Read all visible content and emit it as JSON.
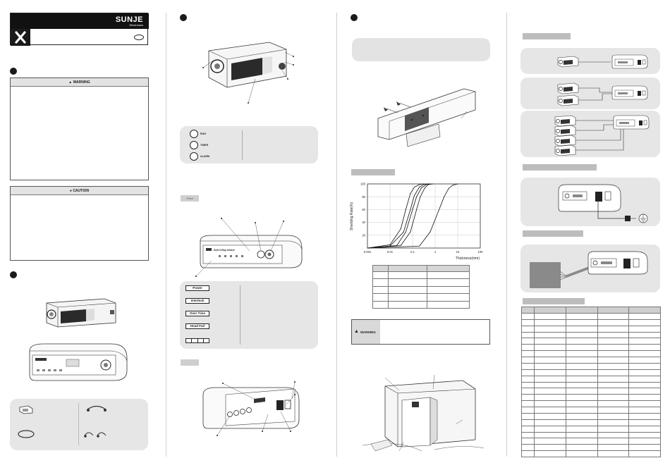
{
  "header": {
    "brand": "SUNJE",
    "brand_sub": "Electronics"
  },
  "warning_box": {
    "title": "WARNING"
  },
  "caution_box": {
    "title": "CAUTION"
  },
  "indicators": {
    "lamps": [
      "RUN",
      "TIMER",
      "ALARM"
    ],
    "status_labels": [
      "Power",
      "Interlock",
      "Over Time",
      "Head Fail"
    ]
  },
  "section_tag": "Point",
  "device_label": "Soft X-Ray Ionizer",
  "chart_data": {
    "type": "line",
    "xlabel": "Thickness(mm)",
    "ylabel": "Shielding Rate(%)",
    "x_scale": "log",
    "xlim": [
      0.001,
      100
    ],
    "ylim": [
      0,
      100
    ],
    "x_ticks": [
      "0.001",
      "0.01",
      "0.1",
      "1",
      "10",
      "100"
    ],
    "y_ticks": [
      "100",
      "80",
      "60",
      "40",
      "20"
    ],
    "grid": true,
    "series": [
      {
        "x": [
          0.001,
          0.01,
          0.03,
          0.05,
          0.08,
          0.12,
          0.2,
          0.3
        ],
        "values": [
          0,
          5,
          30,
          60,
          85,
          95,
          99,
          100
        ]
      },
      {
        "x": [
          0.001,
          0.01,
          0.04,
          0.08,
          0.12,
          0.2,
          0.3,
          0.5
        ],
        "values": [
          0,
          3,
          25,
          60,
          82,
          95,
          99,
          100
        ]
      },
      {
        "x": [
          0.001,
          0.02,
          0.05,
          0.1,
          0.15,
          0.25,
          0.4,
          0.6
        ],
        "values": [
          0,
          4,
          25,
          60,
          80,
          94,
          99,
          100
        ]
      },
      {
        "x": [
          0.001,
          0.03,
          0.08,
          0.15,
          0.22,
          0.35,
          0.5,
          0.8
        ],
        "values": [
          0,
          4,
          25,
          60,
          80,
          94,
          99,
          100
        ]
      },
      {
        "x": [
          0.001,
          0.2,
          0.6,
          1.5,
          2.5,
          4,
          6,
          10
        ],
        "values": [
          0,
          3,
          25,
          60,
          80,
          93,
          98,
          100
        ]
      }
    ]
  },
  "note_warning": {
    "label": "WARNING"
  }
}
